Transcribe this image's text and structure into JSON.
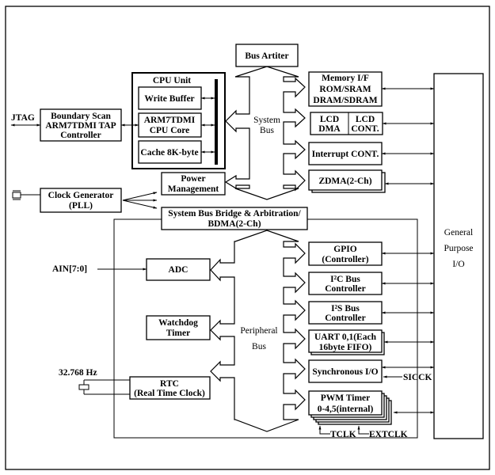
{
  "diagram": {
    "title": "",
    "blocks": {
      "bus_arbiter": "Bus Artiter",
      "cpu_unit": "CPU Unit",
      "write_buffer": "Write Buffer",
      "cpu_core": [
        "ARM7TDMI",
        "CPU Core"
      ],
      "cache": "Cache 8K-byte",
      "boundary_scan": [
        "Boundary Scan",
        "ARM7TDMI TAP",
        "Controller"
      ],
      "clock_generator": [
        "Clock Generator",
        "(PLL)"
      ],
      "power_management": [
        "Power",
        "Management"
      ],
      "bus_bridge": [
        "System Bus Bridge & Arbitration/",
        "BDMA(2-Ch)"
      ],
      "memory_if": [
        "Memory I/F",
        "ROM/SRAM",
        "DRAM/SDRAM"
      ],
      "lcd_dma": [
        "LCD",
        "DMA"
      ],
      "lcd_cont": [
        "LCD",
        "CONT."
      ],
      "interrupt_cont": "Interrupt CONT.",
      "zdma": "ZDMA(2-Ch)",
      "adc": "ADC",
      "watchdog": [
        "Watchdog",
        "Timer"
      ],
      "rtc": [
        "RTC",
        "(Real Time Clock)"
      ],
      "gpio": [
        "GPIO",
        "(Controller)"
      ],
      "i2c_bus": [
        "I²C Bus",
        "Controller"
      ],
      "i2s_bus": [
        "I²S Bus",
        "Controller"
      ],
      "uart": [
        "UART 0,1(Each",
        "16byte FIFO)"
      ],
      "sio": "Synchronous I/O",
      "pwm": [
        "PWM Timer",
        "0-4,5(internal)"
      ],
      "gpio_main": [
        "General",
        "Purpose",
        "I/O"
      ]
    },
    "bus_labels": {
      "system_bus": [
        "System",
        "Bus"
      ],
      "peripheral_bus": [
        "Peripheral",
        "Bus"
      ]
    },
    "signals": {
      "jtag": "JTAG",
      "ain": "AIN[7:0]",
      "crystal_freq": "32.768 Hz",
      "sicck": "SICCK",
      "tclk": "TCLK",
      "extclk": "EXTCLK"
    }
  }
}
